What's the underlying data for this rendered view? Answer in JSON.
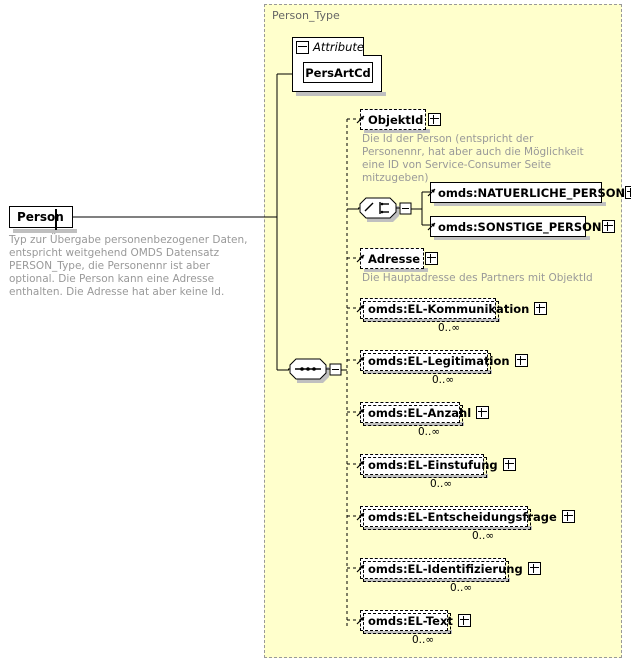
{
  "diagram": {
    "type": "xsd-schema-diagram",
    "root_element": {
      "name": "Person",
      "toggle": "minus",
      "documentation": "Typ zur Übergabe personenbezogener Daten, entspricht weitgehend OMDS Datensatz PERSON_Type, die Personennr ist aber optional. Die Person kann eine Adresse enthalten. Die Adresse hat aber keine Id."
    },
    "type_panel": {
      "title": "Person_Type",
      "background": "#ffffcc",
      "border_color": "#999999"
    },
    "attributes_group": {
      "label": "Attribute",
      "toggle": "minus",
      "items": [
        {
          "name": "PersArtCd"
        }
      ]
    },
    "compositors": {
      "choice": {
        "kind": "choice",
        "toggle": "minus"
      },
      "sequence": {
        "kind": "sequence",
        "toggle": "minus"
      }
    },
    "children": [
      {
        "name": "ObjektId",
        "style": "dashed",
        "expandable": true,
        "repeating": false,
        "occurs": "",
        "documentation": "Die Id der Person (entspricht der Personennr, hat aber auch die Möglichkeit eine ID von Service-Consumer Seite mitzugeben)"
      },
      {
        "name": "omds:NATUERLICHE_PERSON",
        "style": "solid",
        "expandable": true,
        "repeating": false,
        "occurs": "",
        "documentation": ""
      },
      {
        "name": "omds:SONSTIGE_PERSON",
        "style": "solid",
        "expandable": true,
        "repeating": false,
        "occurs": "",
        "documentation": ""
      },
      {
        "name": "Adresse",
        "style": "dashed",
        "expandable": true,
        "repeating": false,
        "occurs": "",
        "documentation": "Die Hauptadresse des Partners mit ObjektId"
      },
      {
        "name": "omds:EL-Kommunikation",
        "style": "dashed",
        "expandable": true,
        "repeating": true,
        "occurs": "0..∞",
        "documentation": ""
      },
      {
        "name": "omds:EL-Legitimation",
        "style": "dashed",
        "expandable": true,
        "repeating": true,
        "occurs": "0..∞",
        "documentation": ""
      },
      {
        "name": "omds:EL-Anzahl",
        "style": "dashed",
        "expandable": true,
        "repeating": true,
        "occurs": "0..∞",
        "documentation": ""
      },
      {
        "name": "omds:EL-Einstufung",
        "style": "dashed",
        "expandable": true,
        "repeating": true,
        "occurs": "0..∞",
        "documentation": ""
      },
      {
        "name": "omds:EL-Entscheidungsfrage",
        "style": "dashed",
        "expandable": true,
        "repeating": true,
        "occurs": "0..∞",
        "documentation": ""
      },
      {
        "name": "omds:EL-Identifizierung",
        "style": "dashed",
        "expandable": true,
        "repeating": true,
        "occurs": "0..∞",
        "documentation": ""
      },
      {
        "name": "omds:EL-Text",
        "style": "dashed",
        "expandable": true,
        "repeating": true,
        "occurs": "0..∞",
        "documentation": ""
      }
    ]
  }
}
